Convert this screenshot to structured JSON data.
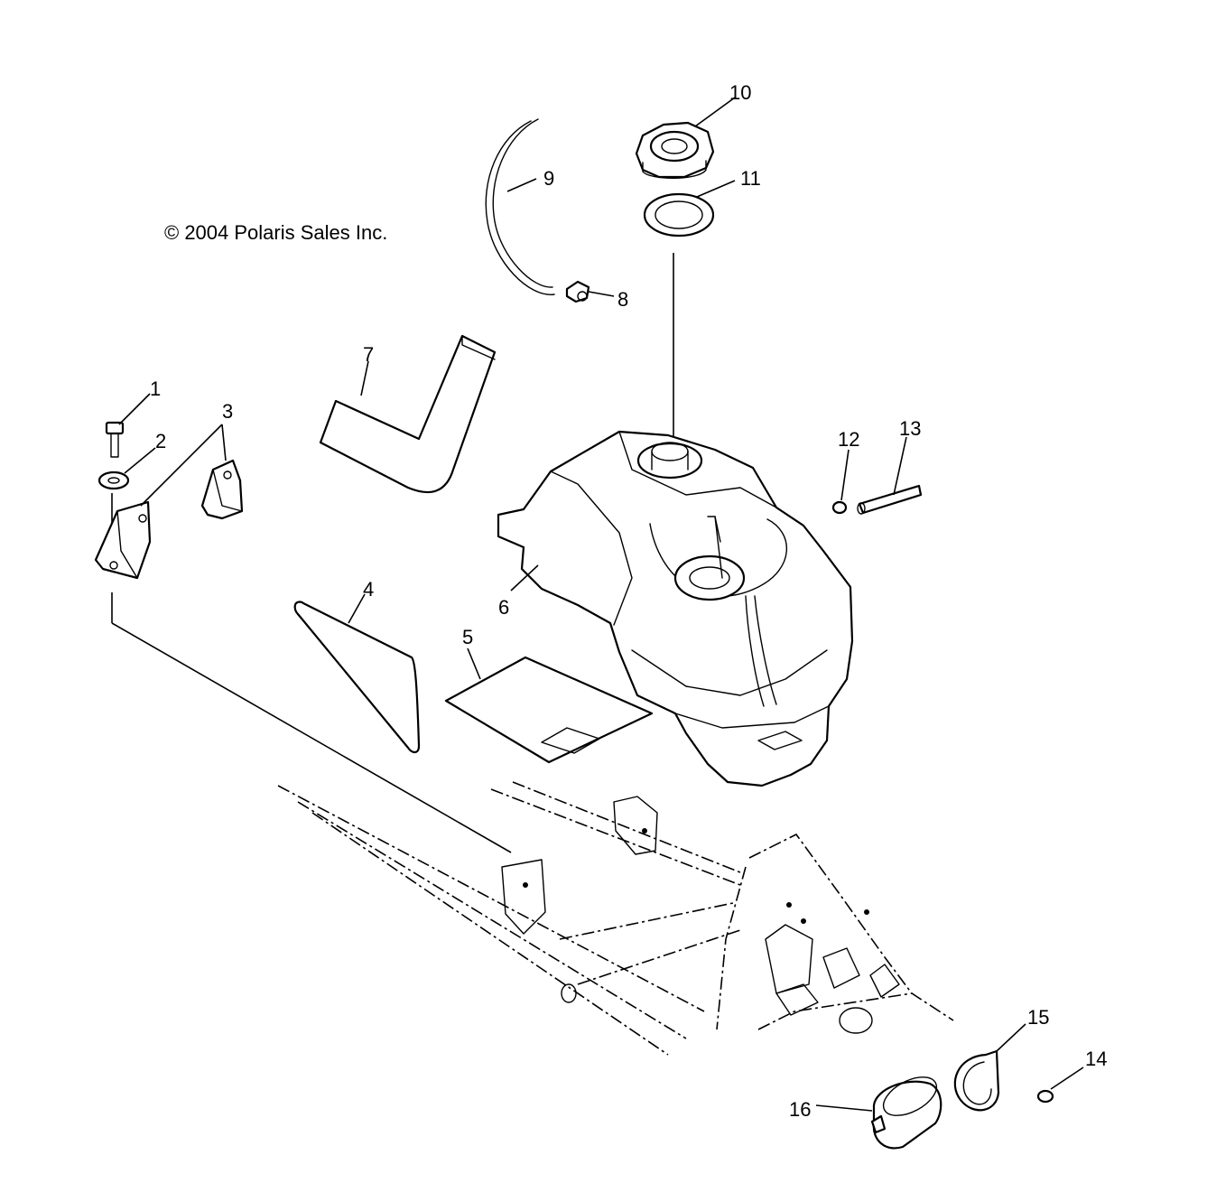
{
  "copyright": "© 2004 Polaris Sales Inc.",
  "callouts": [
    {
      "id": "1",
      "label": "1",
      "part": "bolt"
    },
    {
      "id": "2",
      "label": "2",
      "part": "washer"
    },
    {
      "id": "3",
      "label": "3",
      "part": "mounting-brackets"
    },
    {
      "id": "4",
      "label": "4",
      "part": "foam-pad"
    },
    {
      "id": "5",
      "label": "5",
      "part": "decal"
    },
    {
      "id": "6",
      "label": "6",
      "part": "fuel-tank"
    },
    {
      "id": "7",
      "label": "7",
      "part": "heat-shield"
    },
    {
      "id": "8",
      "label": "8",
      "part": "vent-clip"
    },
    {
      "id": "9",
      "label": "9",
      "part": "vent-hose"
    },
    {
      "id": "10",
      "label": "10",
      "part": "fuel-cap"
    },
    {
      "id": "11",
      "label": "11",
      "part": "cap-seal"
    },
    {
      "id": "12",
      "label": "12",
      "part": "hose-clamp"
    },
    {
      "id": "13",
      "label": "13",
      "part": "fuel-line"
    },
    {
      "id": "14",
      "label": "14",
      "part": "push-rivet"
    },
    {
      "id": "15",
      "label": "15",
      "part": "filter-clip"
    },
    {
      "id": "16",
      "label": "16",
      "part": "fuel-filter"
    }
  ]
}
